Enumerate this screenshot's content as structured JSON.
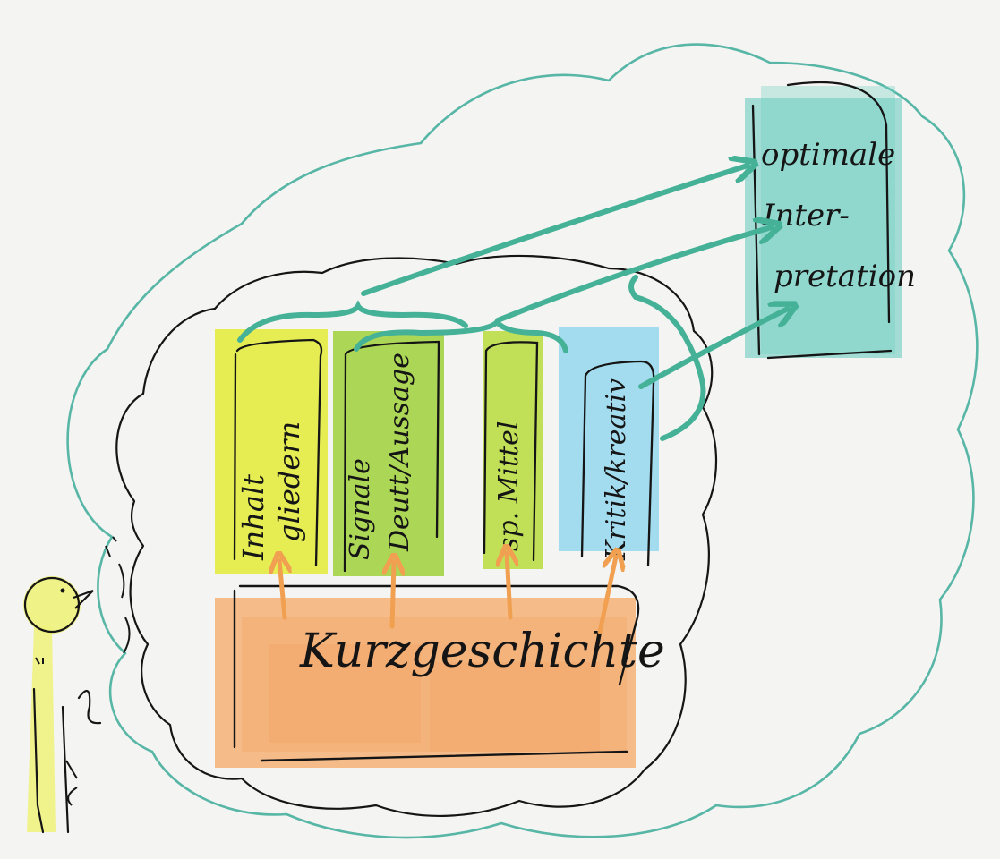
{
  "diagram": {
    "base_label": "Kurzgeschichte",
    "pillars": [
      {
        "id": "inhalt",
        "line1": "Inhalt",
        "line2": "gliedern",
        "color": "#e2ec3c"
      },
      {
        "id": "signale",
        "line1": "Signale",
        "line2": "Deutt/Aussage",
        "color": "#9fd03a"
      },
      {
        "id": "mittel",
        "line1": "sp. Mittel",
        "line2": "",
        "color": "#b8dc3c"
      },
      {
        "id": "kritik",
        "line1": "Kritik/kreativ",
        "line2": "",
        "color": "#8fd6ec"
      }
    ],
    "goal": {
      "line1": "optimale",
      "line2": "Inter-",
      "line3": "pretation",
      "color": "#5ec8bc"
    },
    "colors": {
      "cloud": "#57b6a6",
      "arrow_teal": "#45b197",
      "arrow_orange": "#f0a050",
      "base_fill": "#f5b278",
      "figure": "#eef27a",
      "ink": "#151515"
    }
  }
}
